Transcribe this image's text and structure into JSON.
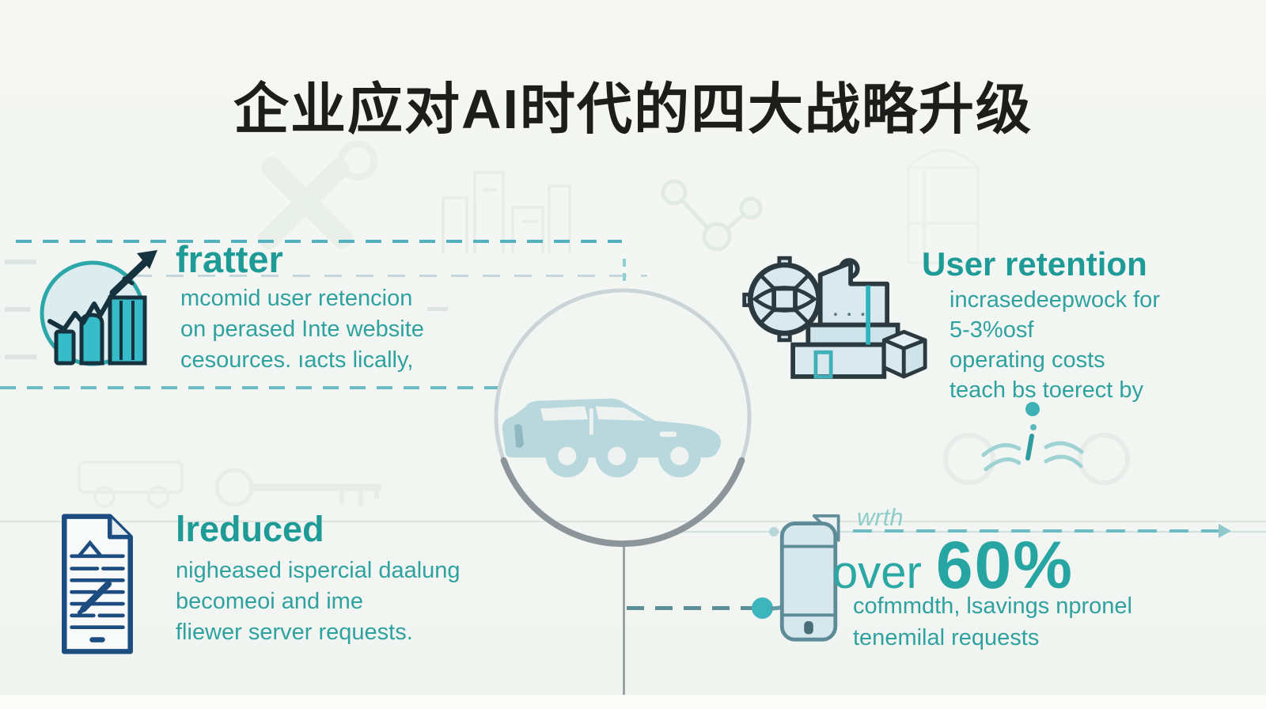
{
  "title": "企业应对AI时代的四大战略升级",
  "quadrants": {
    "top_left": {
      "heading": "fratter",
      "icon": "bar-chart-growth-icon",
      "lines": [
        "mcomid user retencion",
        "on perased Inte website",
        "cesources. ıacts lically,"
      ]
    },
    "top_right": {
      "heading": "User retention",
      "icon": "factory-gear-icon",
      "lines": [
        "incrasedeepwock for",
        "5-3%osf",
        "operating costs",
        "teach bs toerect by"
      ]
    },
    "bottom_left": {
      "heading": "lreduced",
      "icon": "document-checklist-icon",
      "lines": [
        "nigheased ispercial daalung",
        "becomeoi and ime",
        "fliewer server requests."
      ]
    },
    "bottom_right": {
      "pre_heading": "wrth",
      "heading_prefix": "over",
      "heading_value": "60%",
      "icon": "smartphone-icon",
      "lines": [
        "cofmmdth, lsavings npronel",
        "tenemilal requests"
      ]
    }
  },
  "center": {
    "icon": "car-icon"
  },
  "colors": {
    "background": "#f3f6f2",
    "title_text": "#1d1d1c",
    "accent_teal": "#1f9b97",
    "body_teal": "#2fa2a0",
    "cyan_fill": "#36bcc8",
    "dark_navy_outline": "#15323e",
    "document_navy": "#1d4d80",
    "icon_fill_light_blue": "#d9e9ee",
    "car_pale_blue": "#b9d8de",
    "circle_gray": "#cbd4d6",
    "circle_gray_dark": "#8c9599",
    "dashed_teal": "#53b1bd"
  }
}
